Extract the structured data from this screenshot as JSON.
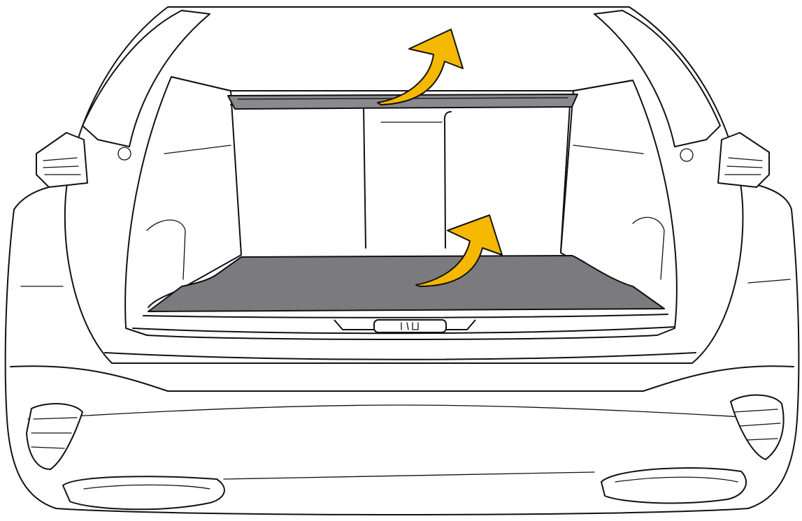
{
  "illustration": {
    "subject": "open-hatchback-luggage-compartment",
    "colors": {
      "outline": "#111111",
      "body_fill": "#ffffff",
      "mat_fill": "#7b7b7f",
      "cover_fill": "#8a8a8e",
      "arrow_fill": "#f5b800",
      "watermark": "#ececec"
    },
    "arrows": [
      {
        "name": "luggage-cover-remove-arrow",
        "direction": "up-right"
      },
      {
        "name": "floor-mat-lift-arrow",
        "direction": "up-right"
      }
    ]
  }
}
